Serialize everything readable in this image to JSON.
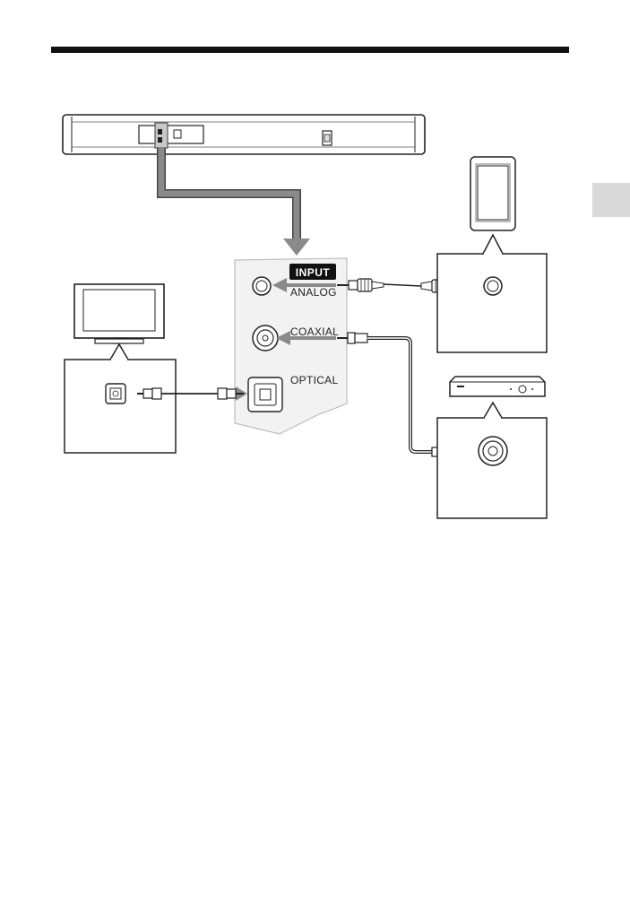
{
  "panel": {
    "input_label": "INPUT",
    "analog_label": "ANALOG",
    "coaxial_label": "COAXIAL",
    "optical_label": "OPTICAL"
  },
  "colors": {
    "ink": "#222222",
    "arrow": "#8a8a8a",
    "panel_fill": "#f2f2f2",
    "panel_stroke": "#bdbdbd",
    "side_tab": "#d9d9d9",
    "badge": "#111111"
  }
}
